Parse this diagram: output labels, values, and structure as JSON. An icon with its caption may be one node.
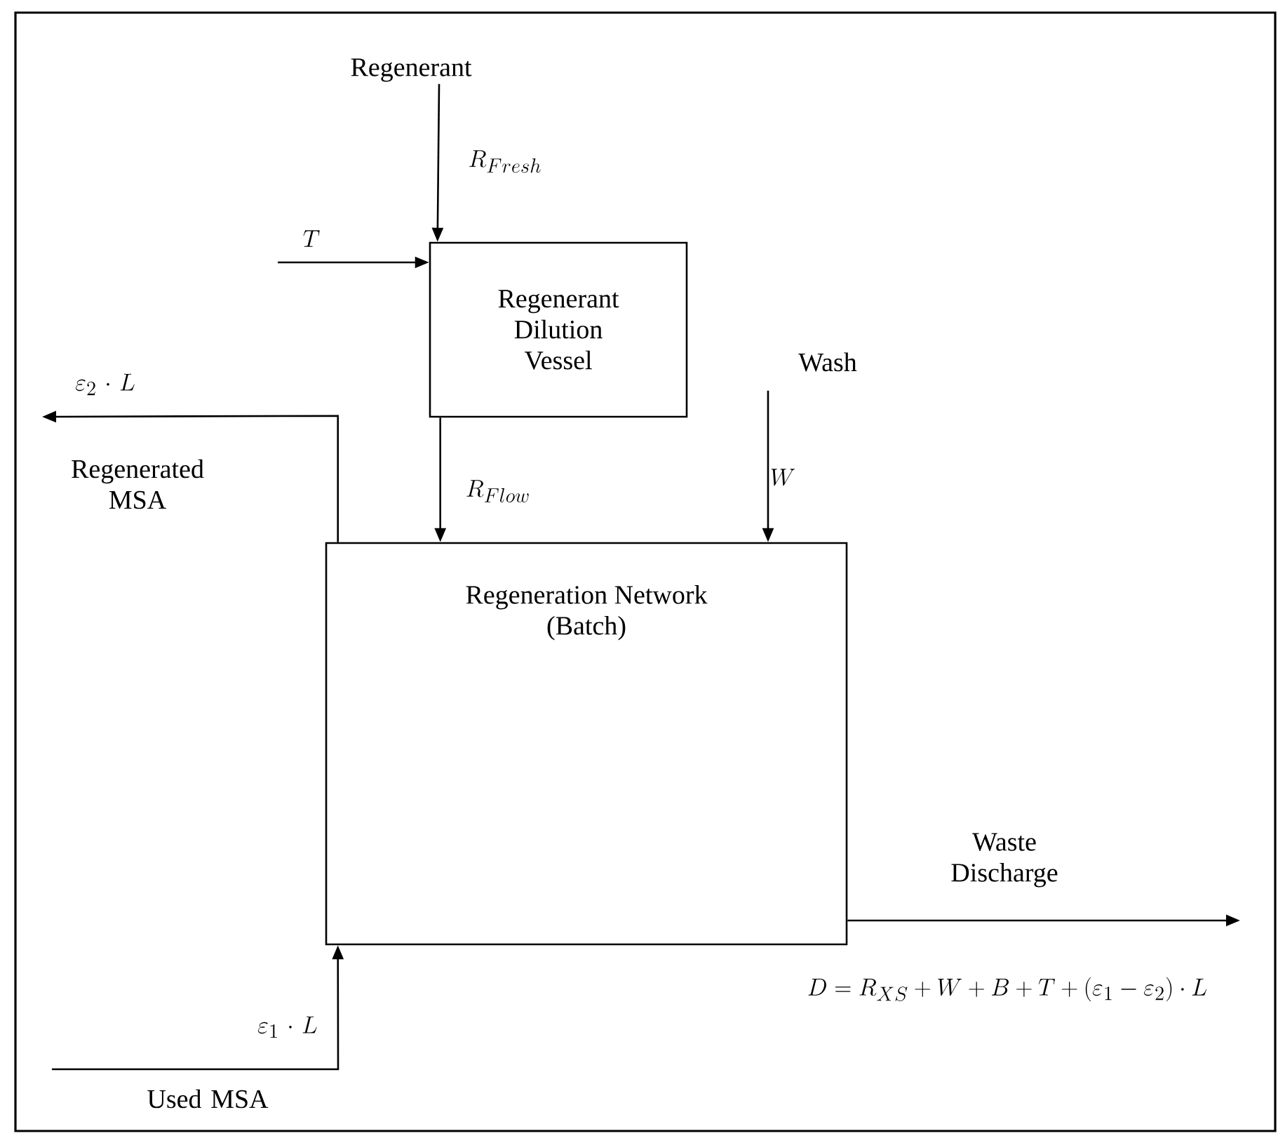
{
  "diagram": {
    "nodes": [
      {
        "text": [
          "Regenerant"
        ]
      },
      {
        "text": [
          "Regenerant Dilution Vessel"
        ]
      },
      {
        "text": [
          "Regeneration Network (Batch)"
        ]
      },
      {
        "text": [
          "Wash"
        ]
      }
    ],
    "edges": [
      {
        "from": 0,
        "to": 1,
        "arrow": "to",
        "label": "R_{Fresh}"
      },
      {
        "from": null,
        "to": 1,
        "arrow": "to",
        "label": "T"
      },
      {
        "from": 1,
        "to": 2,
        "arrow": "to",
        "label": "R_{Flow}"
      },
      {
        "from": 3,
        "to": 2,
        "arrow": "to",
        "label": "W"
      },
      {
        "from": 2,
        "to": null,
        "arrow": "to",
        "label": "\\varepsilon_{2} \\cdot L"
      },
      {
        "from": null,
        "to": 2,
        "arrow": "to",
        "label": "\\varepsilon_{1} \\cdot L"
      },
      {
        "from": 2,
        "to": null,
        "arrow": "to",
        "label": "Waste Discharge"
      }
    ],
    "labels": [
      "Regenerated MSA",
      "Used MSA",
      "D = R_{XS} + W + B + T + (\\varepsilon_{1} - \\varepsilon_{2}) \\cdot L"
    ]
  }
}
